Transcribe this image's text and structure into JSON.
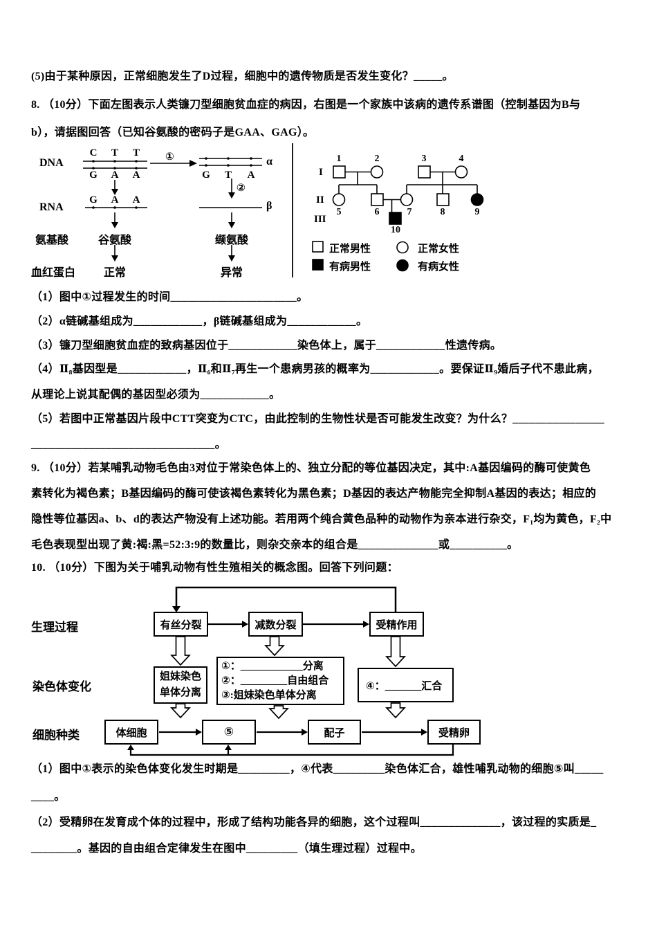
{
  "doc": {
    "prev_q_tail": "(5)由于某种原因，正常细胞发生了D过程，细胞中的遗传物质是否发生变化？_____。",
    "q8": {
      "header1": "8. （10分）下面左图表示人类镰刀型细胞贫血症的病因，右图是一个家族中该病的遗传系谱图（控制基因为B与",
      "header2": "b），请据图回答（已知谷氨酸的密码子是GAA、GAG）。",
      "sub1": "（1）图中①过程发生的时间______________________。",
      "sub2": "（2）α链碱基组成为____________，β链碱基组成为____________。",
      "sub3": "（3）镰刀型细胞贫血症的致病基因位于____________染色体上，属于____________性遗传病。",
      "sub4a": "（4）Ⅱ₈基因型是____________，Ⅱ₆和Ⅱ₇再生一个患病男孩的概率为____________。要保证Ⅱ₉婚后子代不患此病，",
      "sub4b": "从理论上说其配偶的基因型必须为____________。",
      "sub5a": "（5）若图中正常基因片段中CTT突变为CTC，由此控制的生物性状是否可能发生改变？为什么？________________",
      "sub5b": "________________________________。"
    },
    "fig8": {
      "dna_label": "DNA",
      "rna_label": "RNA",
      "amino_label": "氨基酸",
      "hb_label": "血红蛋白",
      "codon_top": [
        "C",
        "T",
        "T"
      ],
      "codon_bottom": [
        "G",
        "A",
        "A"
      ],
      "codon_mut": [
        "G",
        "T",
        "A"
      ],
      "codon_rna": [
        "G",
        "A",
        "A"
      ],
      "alpha": "α",
      "beta": "β",
      "step1": "①",
      "step2": "②",
      "aa_normal": "谷氨酸",
      "aa_mut": "缬氨酸",
      "hb_normal": "正常",
      "hb_mut": "异常",
      "pedigree": {
        "gen1": "I",
        "gen2": "II",
        "gen3": "III",
        "n1": "1",
        "n2": "2",
        "n3": "3",
        "n4": "4",
        "n5": "5",
        "n6": "6",
        "n7": "7",
        "n8": "8",
        "n9": "9",
        "n10": "10",
        "legend1": "正常男性",
        "legend2": "正常女性",
        "legend3": "有病男性",
        "legend4": "有病女性"
      }
    },
    "q9": {
      "line1": "9. （10分）若某哺乳动物毛色由3对位于常染色体上的、独立分配的等位基因决定，其中:A基因编码的酶可使黄色",
      "line2": "素转化为褐色素；B基因编码的酶可使该褐色素转化为黑色素；D基因的表达产物能完全抑制A基因的表达；相应的",
      "line3": "隐性等位基因a、b、d的表达产物没有上述功能。若用两个纯合黄色品种的动物作为亲本进行杂交，F₁均为黄色，F₂中",
      "line4": "毛色表现型出现了黄:褐:黑=52:3:9的数量比，则杂交亲本的组合是______________或__________。"
    },
    "q10": {
      "header": "10. （10分）下图为关于哺乳动物有性生殖相关的概念图。回答下列问题：",
      "row_label1": "生理过程",
      "row_label2": "染色体变化",
      "row_label3": "细胞种类",
      "b_mitosis": "有丝分裂",
      "b_meiosis": "减数分裂",
      "b_fert": "受精作用",
      "b_sister1": "姐妹染色",
      "b_sister2": "单体分离",
      "b2_line1": "①：____________分离",
      "b2_line2": "②：_________自由组合",
      "b2_line3": "③:姐妹染色单体分离",
      "b4": "④：_______汇合",
      "b_soma": "体细胞",
      "b_five": "⑤",
      "b_gamete": "配子",
      "b_zygote": "受精卵",
      "sub1a": "（1）图中①表示的染色体变化发生时期是_________，④代表_________染色体汇合，雄性哺乳动物的细胞⑤叫_____",
      "sub1b": "____。",
      "sub2a": "（2）受精卵在发育成个体的过程中，形成了结构功能各异的细胞，这个过程叫______________，该过程的实质是_",
      "sub2b": "________。基因的自由组合定律发生在图中_________（填生理过程）过程中。"
    }
  }
}
